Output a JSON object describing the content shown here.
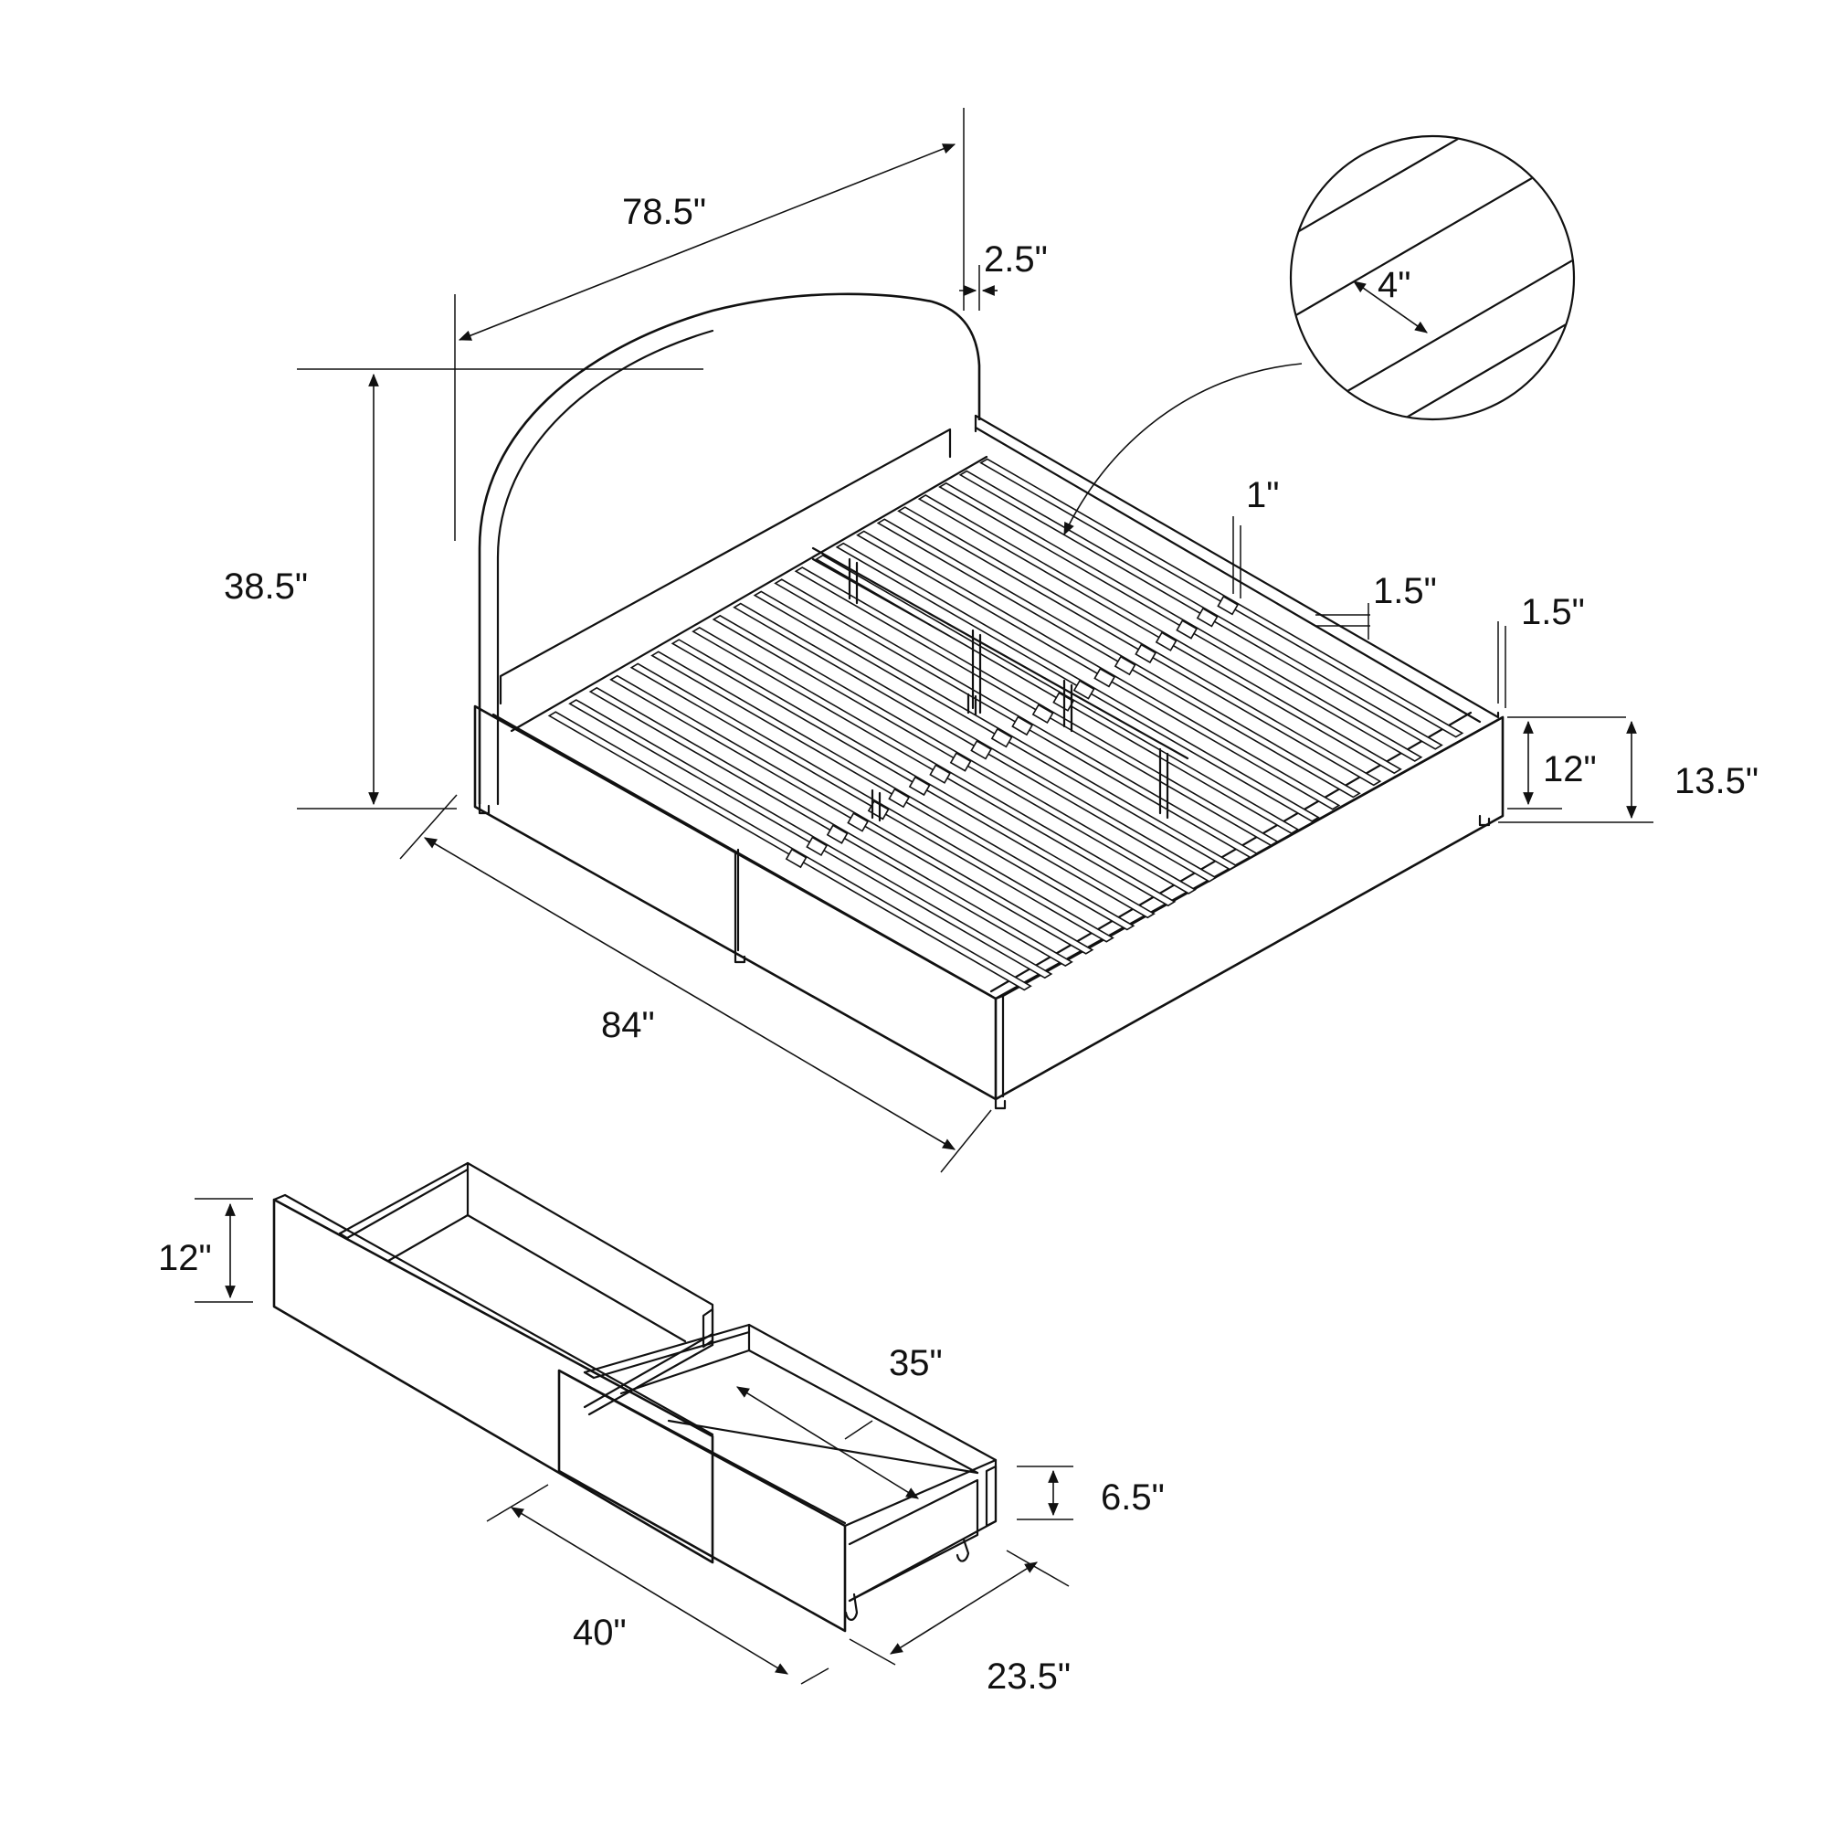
{
  "colors": {
    "line": "#111111",
    "background": "#ffffff"
  },
  "bed": {
    "dimensions": {
      "width": "78.5\"",
      "headboard_thickness": "2.5\"",
      "height": "38.5\"",
      "length": "84\"",
      "slat_width": "4\"",
      "slat_thickness": "1\"",
      "rail_thickness": "1.5\"",
      "side_rail_thickness": "1.5\"",
      "rail_height": "12\"",
      "frame_height": "13.5\""
    }
  },
  "drawer": {
    "dimensions": {
      "height": "12\"",
      "inner_length": "35\"",
      "inner_height": "6.5\"",
      "length": "40\"",
      "depth": "23.5\""
    }
  }
}
